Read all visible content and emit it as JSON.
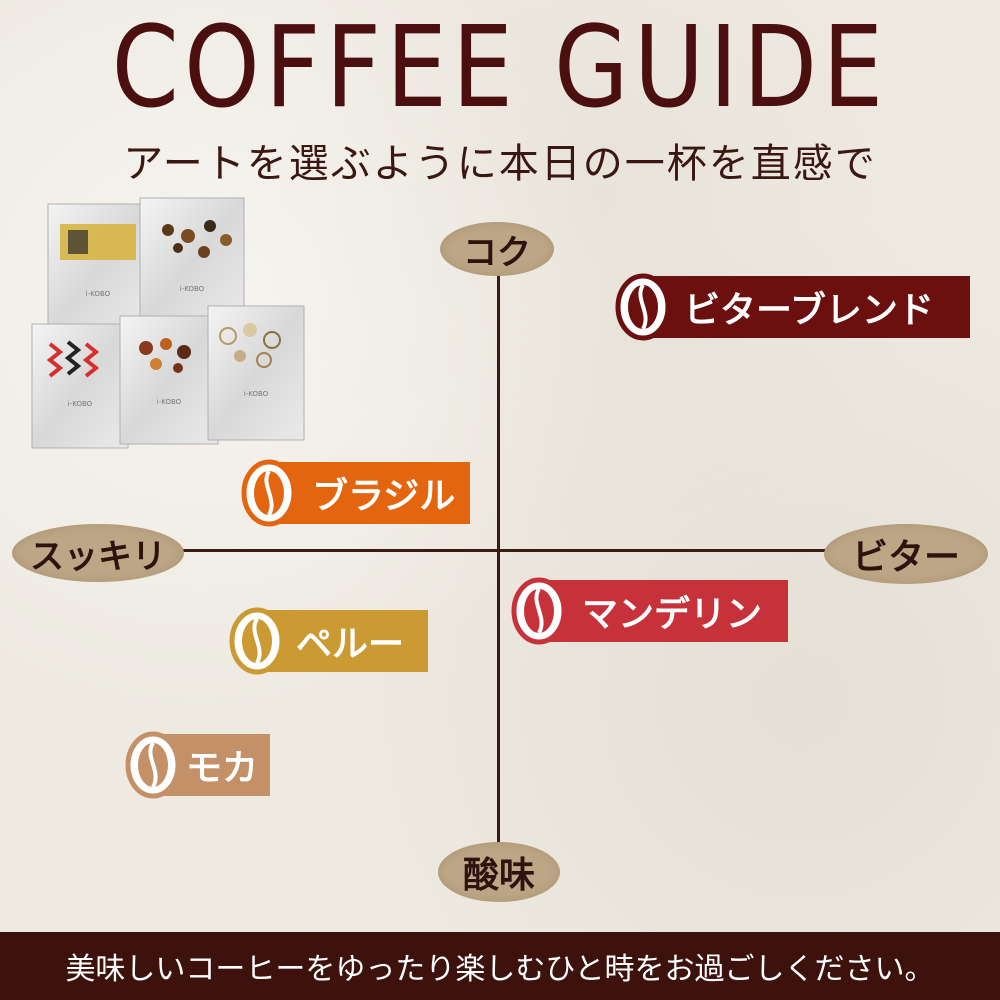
{
  "header": {
    "title": "COFFEE GUIDE",
    "subtitle": "アートを選ぶように本日の一杯を直感で"
  },
  "axes": {
    "top": "コク",
    "bottom": "酸味",
    "left": "スッキリ",
    "right": "ビター"
  },
  "coffees": [
    {
      "name": "ビターブレンド",
      "color": "#6b0f0f"
    },
    {
      "name": "ブラジル",
      "color": "#e3650f"
    },
    {
      "name": "マンデリン",
      "color": "#c7313a"
    },
    {
      "name": "ペルー",
      "color": "#cb9a33"
    },
    {
      "name": "モカ",
      "color": "#c49068"
    }
  ],
  "packets": [
    {
      "brand": "i-KOBO"
    },
    {
      "brand": "i-KOBO"
    },
    {
      "brand": "i-KOBO"
    },
    {
      "brand": "i-KOBO"
    },
    {
      "brand": "i-KOBO"
    }
  ],
  "footer": {
    "text": "美味しいコーヒーをゆったり楽しむひと時をお過ごしください。"
  }
}
